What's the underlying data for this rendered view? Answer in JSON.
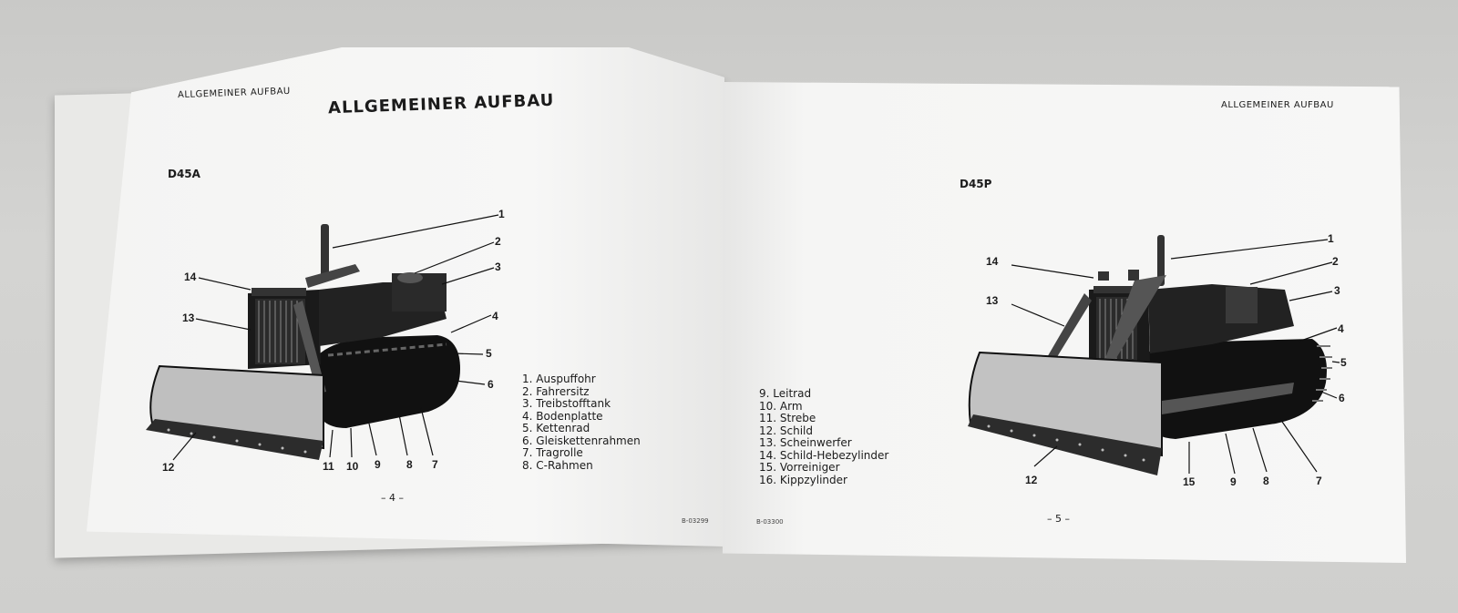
{
  "left_page": {
    "running_header": "ALLGEMEINER AUFBAU",
    "heading": "ALLGEMEINER AUFBAU",
    "model": "D45A",
    "page_number": "– 4 –",
    "figure_code": "B-03299",
    "legend": [
      "1.  Auspuffohr",
      "2.  Fahrersitz",
      "3.  Treibstofftank",
      "4.  Bodenplatte",
      "5.  Kettenrad",
      "6.  Gleiskettenrahmen",
      "7.  Tragrolle",
      "8.  C-Rahmen"
    ],
    "callouts": [
      "1",
      "2",
      "3",
      "4",
      "5",
      "6",
      "7",
      "8",
      "9",
      "10",
      "11",
      "12",
      "13",
      "14"
    ]
  },
  "right_page": {
    "running_header": "ALLGEMEINER AUFBAU",
    "model": "D45P",
    "page_number": "– 5 –",
    "figure_code": "B-03300",
    "legend": [
      "9.  Leitrad",
      "10.  Arm",
      "11.  Strebe",
      "12.  Schild",
      "13.  Scheinwerfer",
      "14.  Schild-Hebezylinder",
      "15.  Vorreiniger",
      "16.  Kippzylinder"
    ],
    "callouts": [
      "1",
      "2",
      "3",
      "4",
      "5",
      "6",
      "7",
      "8",
      "9",
      "12",
      "13",
      "14",
      "15"
    ]
  },
  "colors": {
    "paper": "#f6f6f5",
    "ink": "#1b1b1b",
    "background": "#cfcfcd"
  }
}
